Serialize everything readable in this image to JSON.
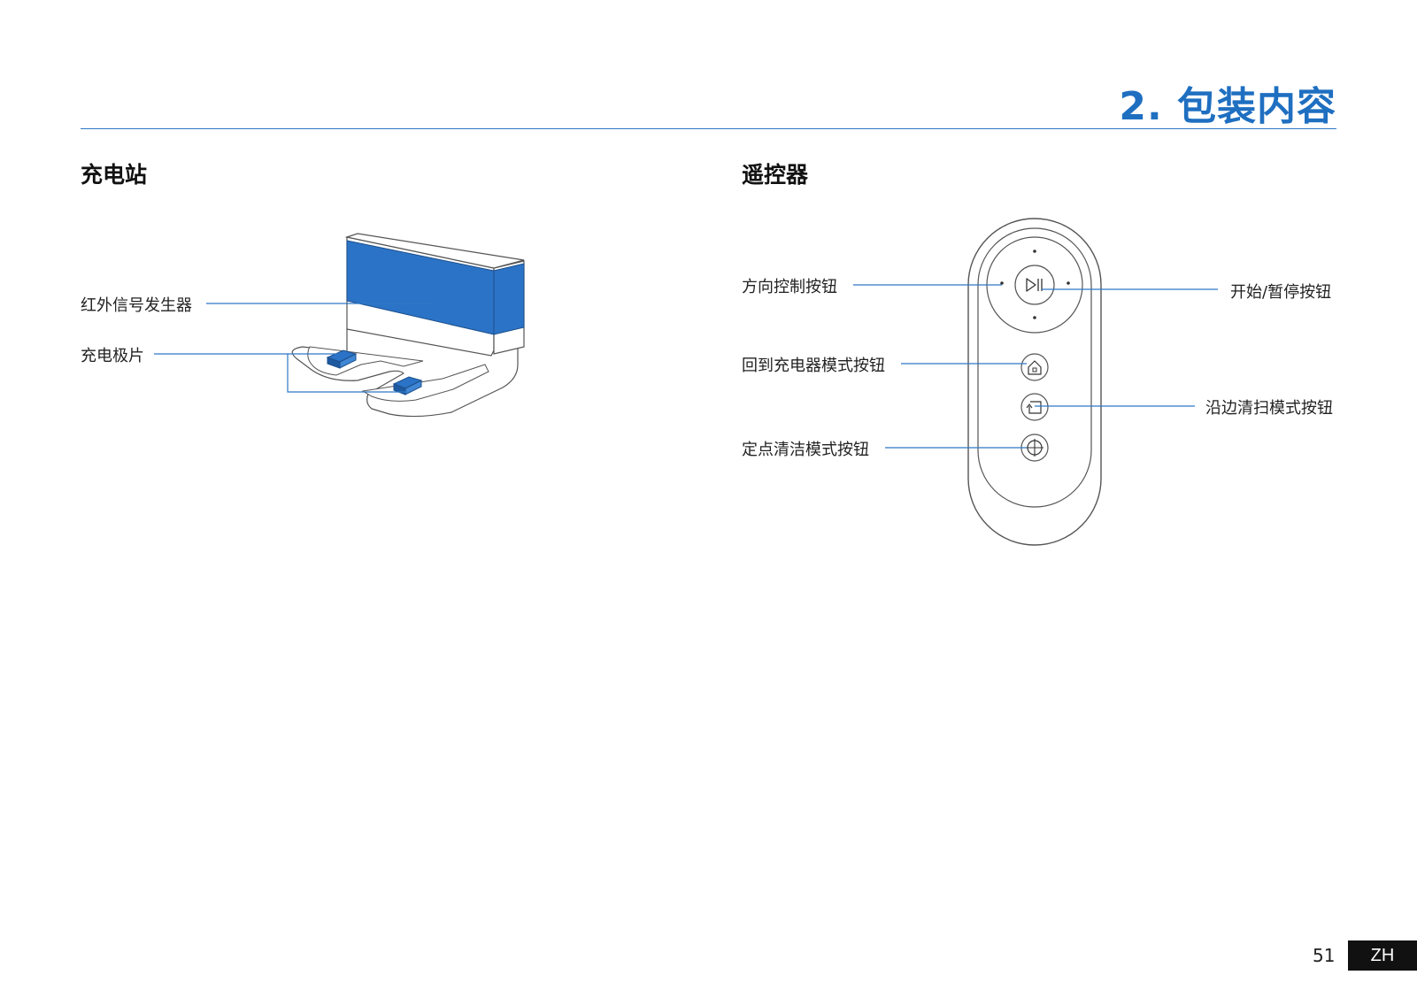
{
  "header": {
    "title": "2. 包装内容"
  },
  "charging_station": {
    "heading": "充电站",
    "labels": {
      "ir_emitter": "红外信号发生器",
      "charging_contacts": "充电极片"
    }
  },
  "remote": {
    "heading": "遥控器",
    "labels": {
      "direction": "方向控制按钮",
      "start_pause": "开始/暂停按钮",
      "return_charge": "回到充电器模式按钮",
      "edge_clean": "沿边清扫模式按钮",
      "spot_clean": "定点清洁模式按钮"
    }
  },
  "footer": {
    "page_number": "51",
    "language": "ZH"
  },
  "colors": {
    "accent": "#1f6fc1",
    "device_blue": "#2b73c6",
    "line": "#2d78c6",
    "outline": "#555555"
  },
  "icons": [
    "play-pause-icon",
    "home-icon",
    "edge-clean-icon",
    "spot-clean-icon"
  ]
}
